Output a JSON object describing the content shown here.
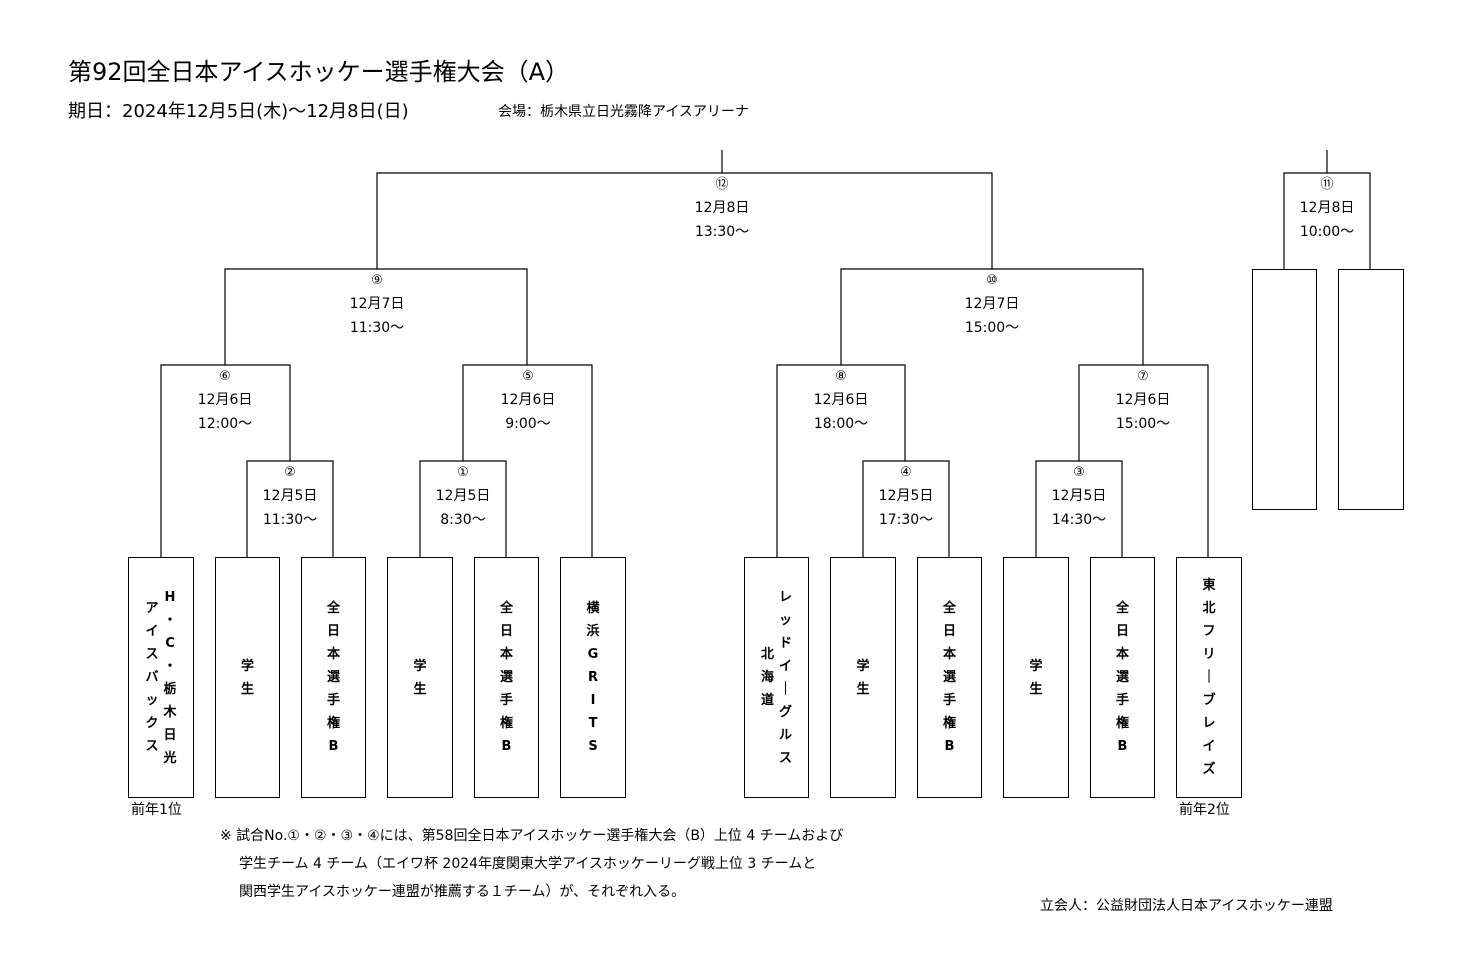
{
  "header": {
    "title": "第92回全日本アイスホッケー選手権大会（A）",
    "date": "期日：2024年12月5日(木)～12月8日(日)",
    "venue": "会場：栃木県立日光霧降アイスアリーナ"
  },
  "matches": [
    {
      "id": "m12",
      "num": "⑫",
      "date": "12月8日",
      "time": "13:30～"
    },
    {
      "id": "m9",
      "num": "⑨",
      "date": "12月7日",
      "time": "11:30～"
    },
    {
      "id": "m10",
      "num": "⑩",
      "date": "12月7日",
      "time": "15:00～"
    },
    {
      "id": "m6",
      "num": "⑥",
      "date": "12月6日",
      "time": "12:00～"
    },
    {
      "id": "m5",
      "num": "⑤",
      "date": "12月6日",
      "time": "9:00～"
    },
    {
      "id": "m8",
      "num": "⑧",
      "date": "12月6日",
      "time": "18:00～"
    },
    {
      "id": "m7",
      "num": "⑦",
      "date": "12月6日",
      "time": "15:00～"
    },
    {
      "id": "m2",
      "num": "②",
      "date": "12月5日",
      "time": "11:30～"
    },
    {
      "id": "m1",
      "num": "①",
      "date": "12月5日",
      "time": "8:30～"
    },
    {
      "id": "m4",
      "num": "④",
      "date": "12月5日",
      "time": "17:30～"
    },
    {
      "id": "m3",
      "num": "③",
      "date": "12月5日",
      "time": "14:30～"
    },
    {
      "id": "m11",
      "num": "⑪",
      "date": "12月8日",
      "time": "10:00～"
    }
  ],
  "teams": [
    {
      "name": "H.C.栃木日光 アイスバックス",
      "lines": [
        "H・C・栃木日光",
        "アイスバックス"
      ]
    },
    {
      "name": "学生",
      "lines": [
        "学生"
      ]
    },
    {
      "name": "全日本選手権B",
      "lines": [
        "全日本選手権B"
      ]
    },
    {
      "name": "学生",
      "lines": [
        "学生"
      ]
    },
    {
      "name": "全日本選手権B",
      "lines": [
        "全日本選手権B"
      ]
    },
    {
      "name": "横浜GRITS",
      "lines": [
        "横浜GRITS"
      ]
    },
    {
      "name": "レッドイーグルス北海道",
      "lines": [
        "レッドイーグルス",
        "北海道"
      ]
    },
    {
      "name": "学生",
      "lines": [
        "学生"
      ]
    },
    {
      "name": "全日本選手権B",
      "lines": [
        "全日本選手権B"
      ]
    },
    {
      "name": "学生",
      "lines": [
        "学生"
      ]
    },
    {
      "name": "全日本選手権B",
      "lines": [
        "全日本選手権B"
      ]
    },
    {
      "name": "東北フリーブレイズ",
      "lines": [
        "東北フリーブレイズ"
      ]
    },
    {
      "name": "",
      "lines": []
    },
    {
      "name": "",
      "lines": []
    }
  ],
  "seeds": {
    "left": "前年1位",
    "right": "前年2位"
  },
  "note": {
    "line1": "※ 試合No.①・②・③・④には、第58回全日本アイスホッケー選手権大会（B）上位 4 チームおよび",
    "line2": "学生チーム 4 チーム（エイワ杯 2024年度関東大学アイスホッケーリーグ戦上位  3  チームと",
    "line3": "関西学生アイスホッケー連盟が推薦する１チーム）が、それぞれ入る。"
  },
  "witness": "立会人：公益財団法人日本アイスホッケー連盟"
}
